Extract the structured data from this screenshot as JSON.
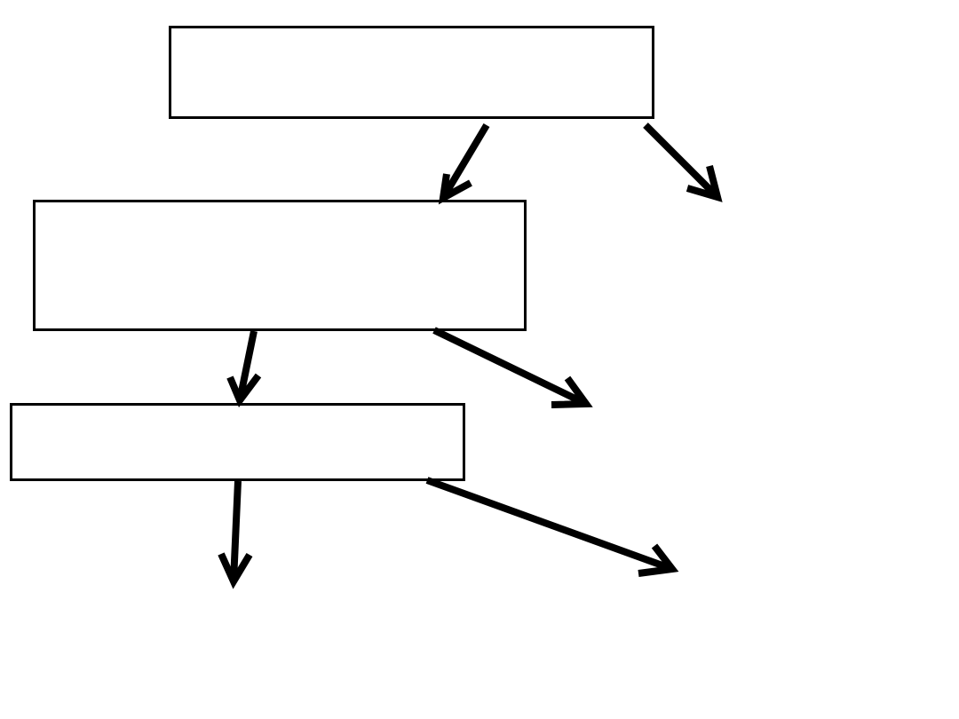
{
  "diagram": {
    "boxes": [
      {
        "id": "top",
        "label": ""
      },
      {
        "id": "middle",
        "label": ""
      },
      {
        "id": "bottom",
        "label": ""
      }
    ],
    "arrows": [
      {
        "from": "top",
        "to": "middle"
      },
      {
        "from": "top",
        "to": "right"
      },
      {
        "from": "middle",
        "to": "bottom"
      },
      {
        "from": "middle",
        "to": "right"
      },
      {
        "from": "bottom",
        "to": "down"
      },
      {
        "from": "bottom",
        "to": "right"
      }
    ],
    "colors": {
      "stroke": "#000000",
      "background": "#ffffff"
    }
  }
}
